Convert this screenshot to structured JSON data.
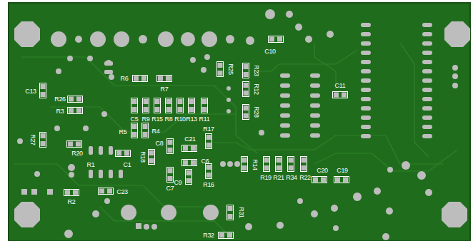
{
  "diagram": {
    "labels": [
      "C10",
      "R25",
      "R23",
      "R6",
      "R7",
      "R12",
      "C11",
      "C13",
      "R26",
      "R3",
      "C5",
      "R9",
      "R15",
      "R8",
      "R10",
      "R13",
      "R11",
      "R28",
      "R5",
      "R4",
      "R17",
      "R27",
      "C21",
      "C8",
      "R20",
      "C6",
      "R18",
      "R1",
      "C1",
      "R14",
      "R19",
      "R21",
      "R34",
      "R22",
      "C20",
      "C19",
      "C7",
      "C9",
      "R16",
      "R2",
      "C23",
      "R31",
      "R32"
    ]
  }
}
